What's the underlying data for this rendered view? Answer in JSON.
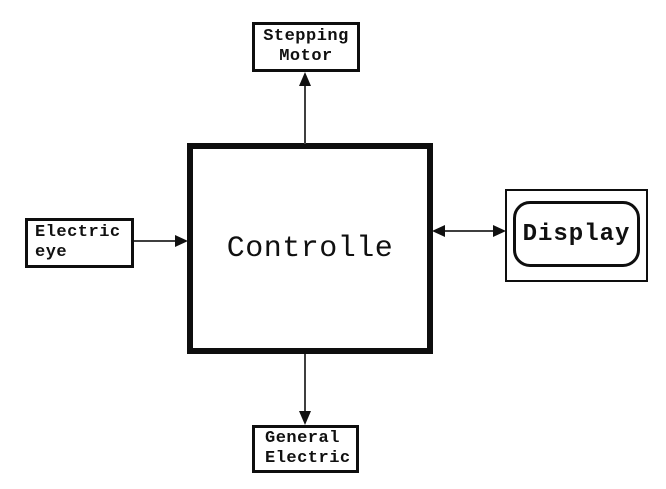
{
  "diagram": {
    "description": "Controller block diagram",
    "colors": {
      "background": "#ffffff",
      "box_border": "#0e0e0e",
      "text": "#101010",
      "arrow_line": "#3f3f3f",
      "arrow_head": "#101010"
    },
    "nodes": {
      "controller": {
        "label": "Controlle"
      },
      "stepping_motor": {
        "lines": [
          "Stepping",
          "Motor"
        ]
      },
      "electric_eye": {
        "lines": [
          "Electric",
          "eye"
        ]
      },
      "display": {
        "label": "Display"
      },
      "general_electric": {
        "lines": [
          "General",
          "Electric"
        ]
      }
    },
    "connections": [
      {
        "from": "Controlle",
        "to": "Stepping Motor",
        "style": "single-arrow",
        "direction": "up"
      },
      {
        "from": "Electric eye",
        "to": "Controlle",
        "style": "single-arrow",
        "direction": "right"
      },
      {
        "from": "Controlle",
        "to": "Display",
        "style": "double-arrow",
        "direction": "horizontal"
      },
      {
        "from": "Controlle",
        "to": "General Electric",
        "style": "single-arrow",
        "direction": "down"
      }
    ]
  }
}
